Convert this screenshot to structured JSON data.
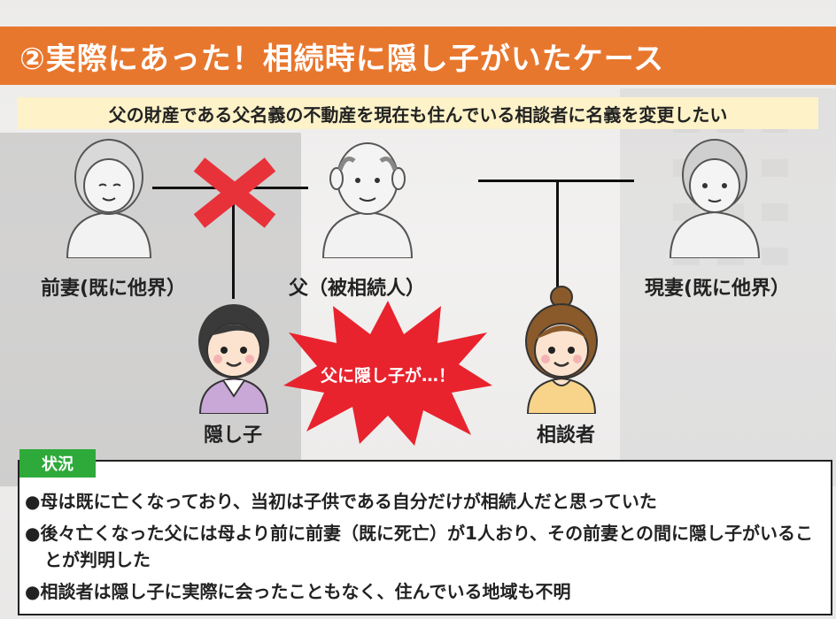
{
  "title": "②実際にあった！相続時に隠し子がいたケース",
  "subtitle": "父の財産である父名義の不動産を現在も住んでいる相談者に名義を変更したい",
  "people": {
    "ex_wife": "前妻(既に他界）",
    "father": "父（被相続人）",
    "current_wife": "現妻(既に他界）",
    "hidden_child": "隠し子",
    "client": "相談者"
  },
  "burst_text": "父に隠し子が…！",
  "situation": {
    "tag": "状況",
    "bullets": [
      "●母は既に亡くなっており、当初は子供である自分だけが相続人だと思っていた",
      "●後々亡くなった父には母より前に前妻（既に死亡）が1人おり、その前妻との間に隠し子がいることが判明した",
      "●相談者は隠し子に実際に会ったこともなく、住んでいる地域も不明"
    ]
  },
  "colors": {
    "title_bg": "#e8772e",
    "subtitle_bg": "#fdf2c8",
    "cross": "#e8323a",
    "burst": "#e8232e",
    "tag_bg": "#2eaa3a"
  }
}
